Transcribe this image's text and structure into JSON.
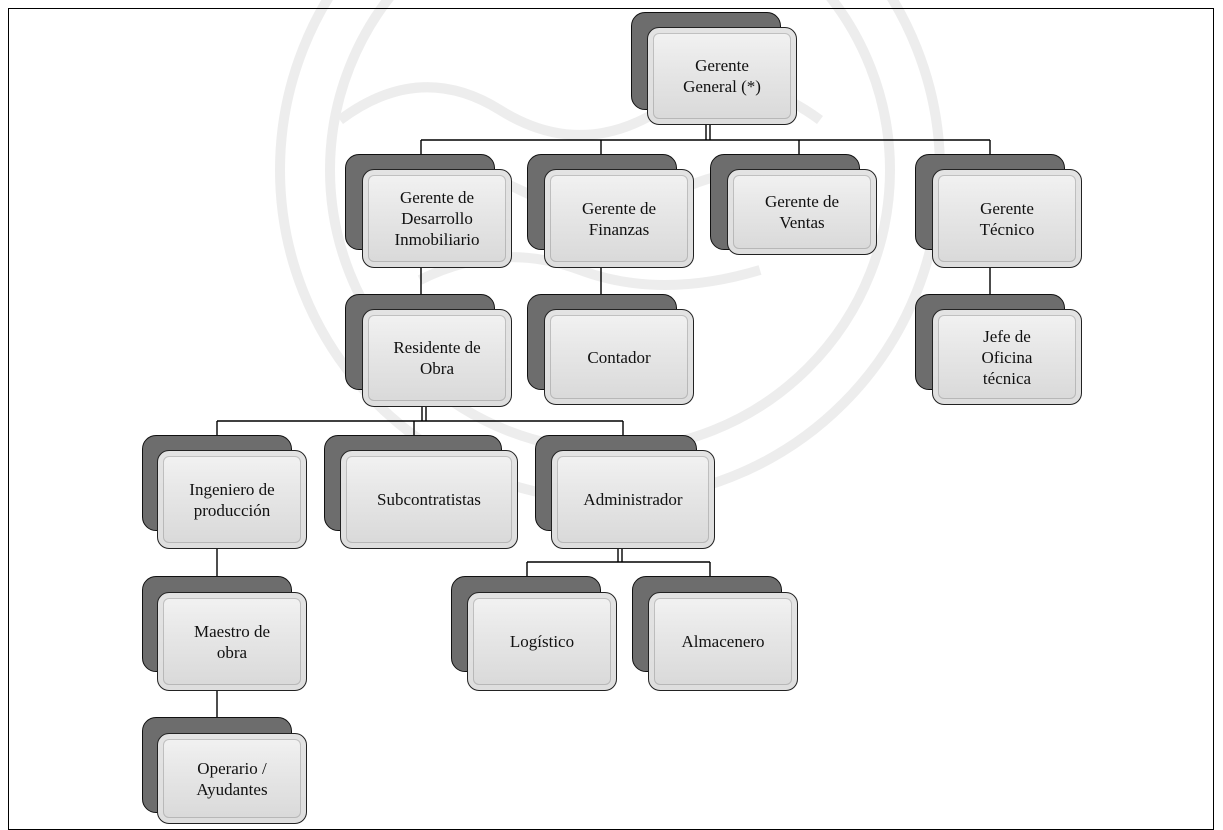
{
  "nodes": {
    "gerente_general": "Gerente\nGeneral (*)",
    "gerente_desarrollo": "Gerente de\nDesarrollo\nInmobiliario",
    "gerente_finanzas": "Gerente de\nFinanzas",
    "gerente_ventas": "Gerente de\nVentas",
    "gerente_tecnico": "Gerente\nTécnico",
    "residente_obra": "Residente de\nObra",
    "contador": "Contador",
    "jefe_oficina": "Jefe de\nOficina\ntécnica",
    "ingeniero_produccion": "Ingeniero de\nproducción",
    "subcontratistas": "Subcontratistas",
    "administrador": "Administrador",
    "maestro_obra": "Maestro de\nobra",
    "logistico": "Logístico",
    "almacenero": "Almacenero",
    "operario": "Operario /\nAyudantes"
  },
  "colors": {
    "back": "#6d6d6d",
    "front_top": "#f3f3f3",
    "front_bottom": "#d8d8d8",
    "line": "#000000"
  }
}
